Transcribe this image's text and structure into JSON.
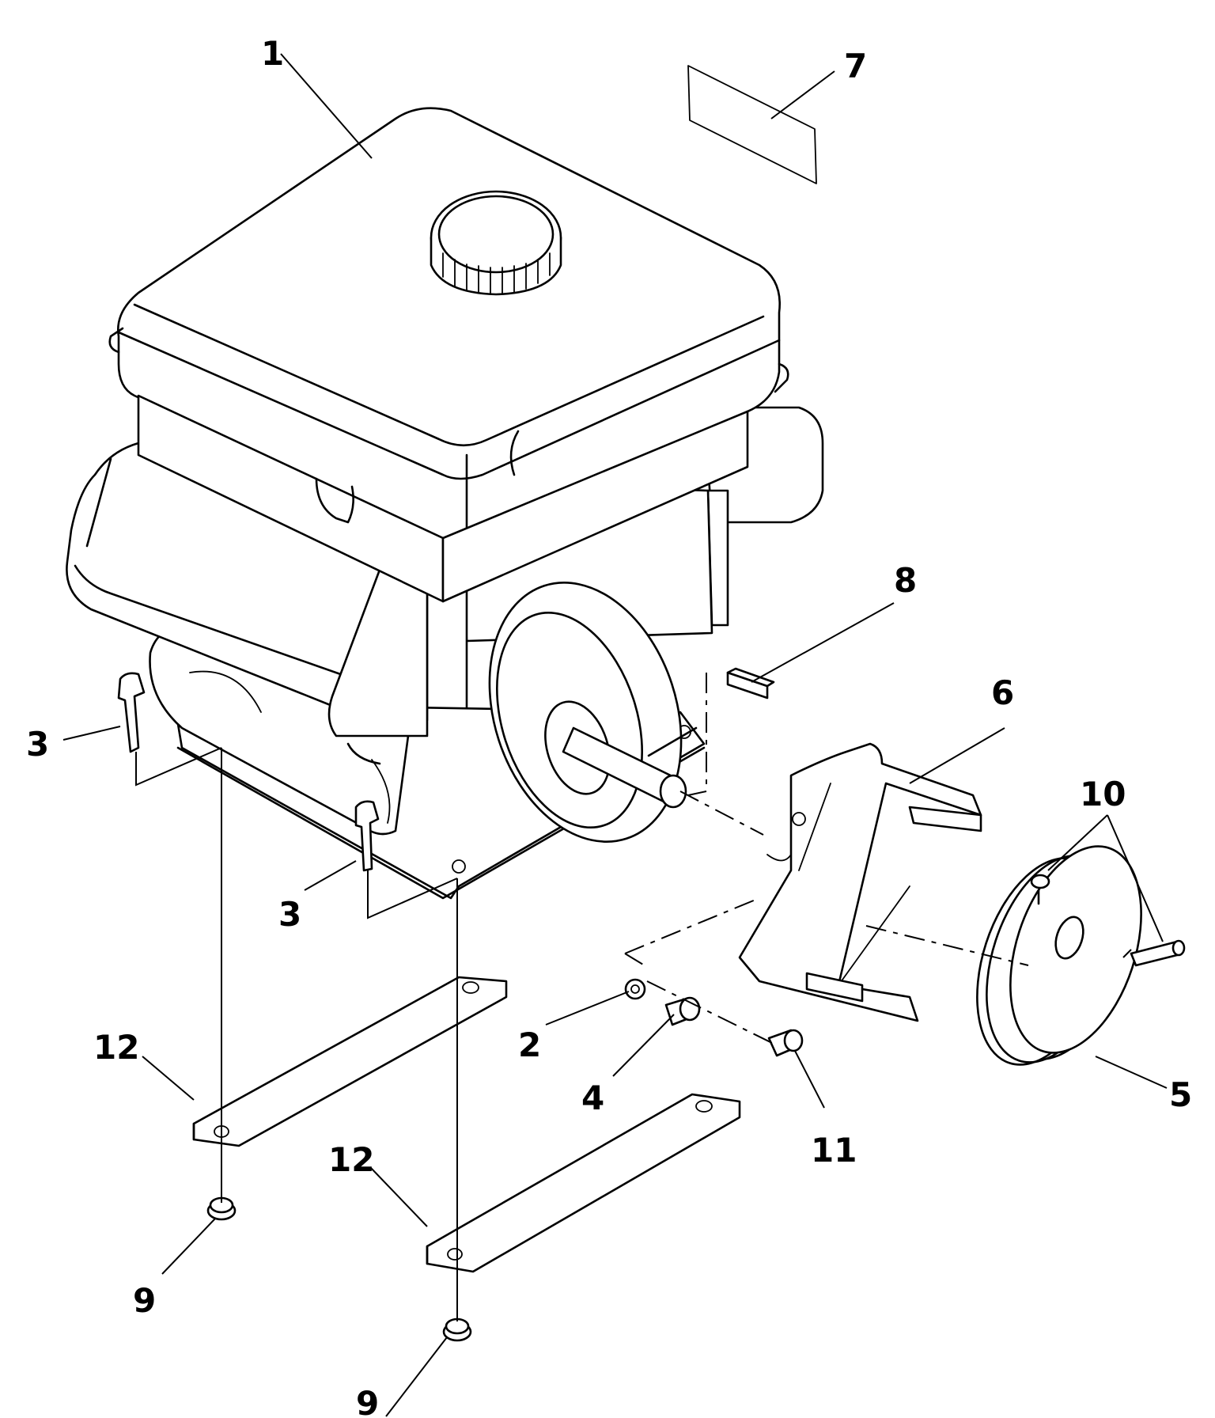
{
  "callouts": {
    "c1": "1",
    "c2": "2",
    "c3a": "3",
    "c3b": "3",
    "c4": "4",
    "c5": "5",
    "c6": "6",
    "c7": "7",
    "c8": "8",
    "c9a": "9",
    "c9b": "9",
    "c10": "10",
    "c11": "11",
    "c12a": "12",
    "c12b": "12"
  },
  "colors": {
    "line": "#000000",
    "background": "#ffffff"
  }
}
